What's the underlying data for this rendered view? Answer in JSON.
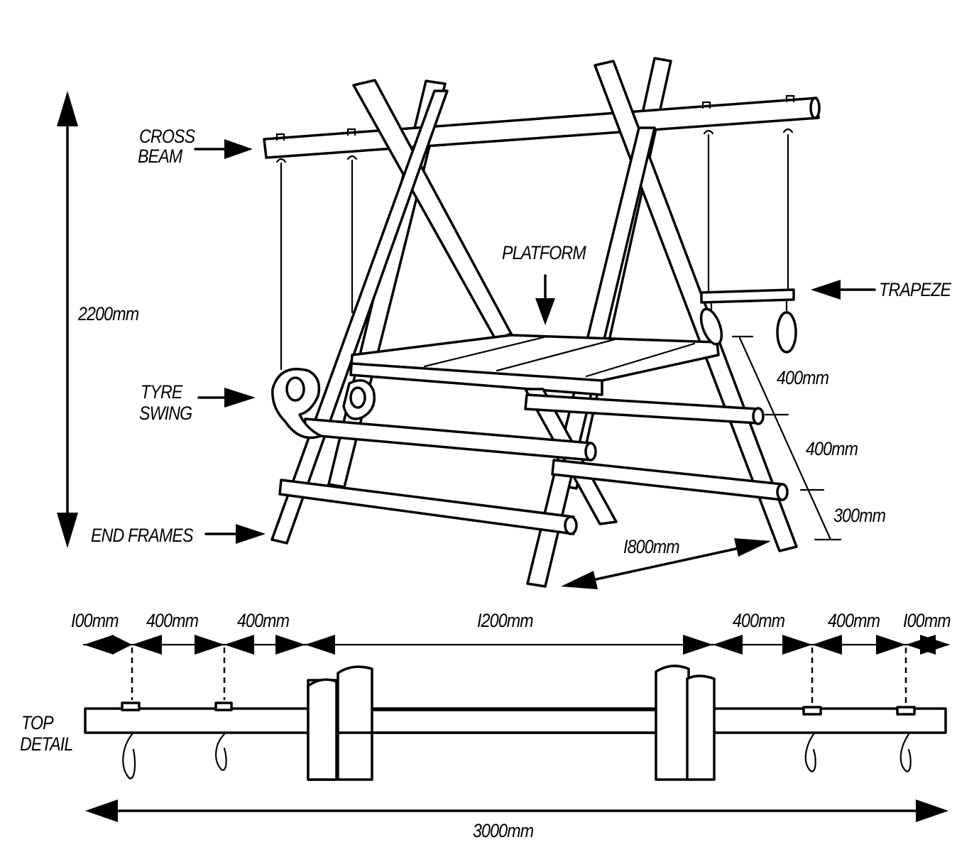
{
  "labels": {
    "cross_beam_1": "CROSS",
    "cross_beam_2": "BEAM",
    "platform": "PLATFORM",
    "trapeze": "TRAPEZE",
    "height": "2200mm",
    "tyre_swing_1": "TYRE",
    "tyre_swing_2": "SWING",
    "end_frames": "END FRAMES",
    "rung_400a": "400mm",
    "rung_400b": "400mm",
    "rung_300": "300mm",
    "depth_1800": "I800mm",
    "top_detail_1": "TOP",
    "top_detail_2": "DETAIL",
    "total_3000": "3000mm"
  },
  "top_dimensions": [
    "I00mm",
    "400mm",
    "400mm",
    "I200mm",
    "400mm",
    "400mm",
    "I00mm"
  ],
  "colors": {
    "ink": "#000000",
    "paper": "#ffffff"
  }
}
